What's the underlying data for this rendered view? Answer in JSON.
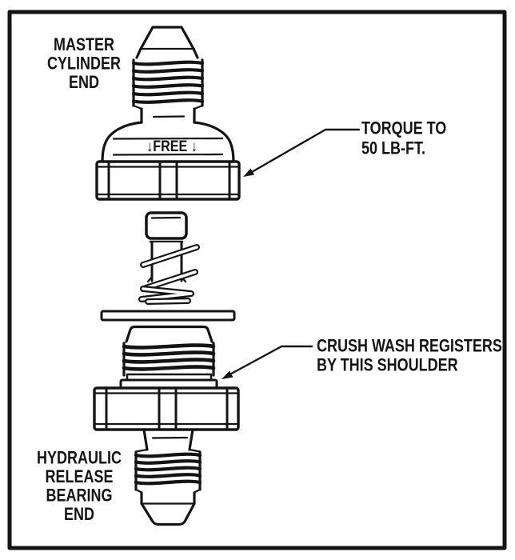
{
  "colors": {
    "background": "#ffffff",
    "ink": "#141414"
  },
  "labels": {
    "master_cylinder_end": {
      "lines": [
        "MASTER",
        "CYLINDER",
        "END"
      ]
    },
    "torque_note": {
      "lines": [
        "TORQUE TO",
        "50 LB-FT."
      ]
    },
    "crush_washer_note": {
      "lines": [
        "CRUSH WASH REGISTERS",
        "BY THIS SHOULDER"
      ]
    },
    "hydraulic_release_bearing_end": {
      "lines": [
        "HYDRAULIC",
        "RELEASE",
        "BEARING",
        "END"
      ]
    },
    "nut_marking": "↓FREE ↓"
  }
}
